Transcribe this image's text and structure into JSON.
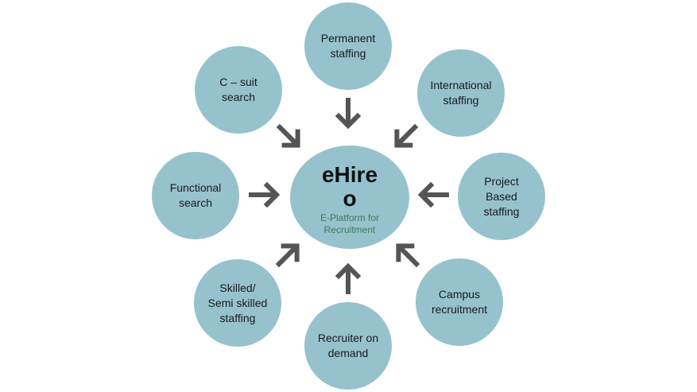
{
  "colors": {
    "node_fill": "#96c2cd",
    "arrow": "#555555",
    "text": "#1a1a1a",
    "subtitle": "#3a7d5a"
  },
  "hub": {
    "title": "eHire\no",
    "subtitle": "E-Platform for\nRecruitment"
  },
  "nodes": {
    "permanent": "Permanent\nstaffing",
    "international": "International\nstaffing",
    "project": "Project\nBased\nstaffing",
    "campus": "Campus\nrecruitment",
    "recruiter": "Recruiter on\ndemand",
    "skilled": "Skilled/\nSemi skilled\nstaffing",
    "functional": "Functional\nsearch",
    "csuit": "C – suit\nsearch"
  },
  "arrow_icon": "arrow-pointing-to-center-icon"
}
